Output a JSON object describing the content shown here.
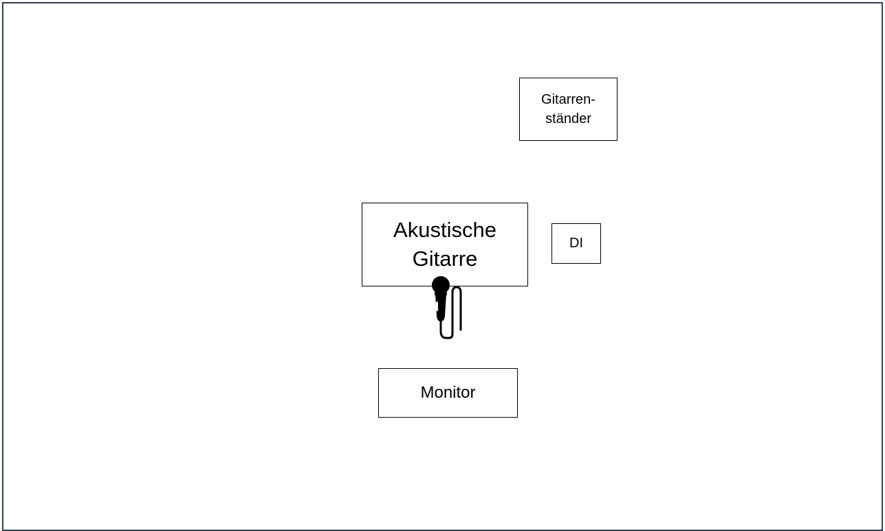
{
  "diagram": {
    "nodes": {
      "guitar_stand": {
        "line1": "Gitarren-",
        "line2": "ständer"
      },
      "acoustic_guitar": {
        "line1": "Akustische",
        "line2": "Gitarre"
      },
      "di_box": {
        "label": "DI"
      },
      "monitor": {
        "label": "Monitor"
      }
    },
    "icons": {
      "microphone": "microphone-icon"
    },
    "colors": {
      "frame": "#2d3e50",
      "box_border": "#000000",
      "background": "#ffffff"
    }
  }
}
